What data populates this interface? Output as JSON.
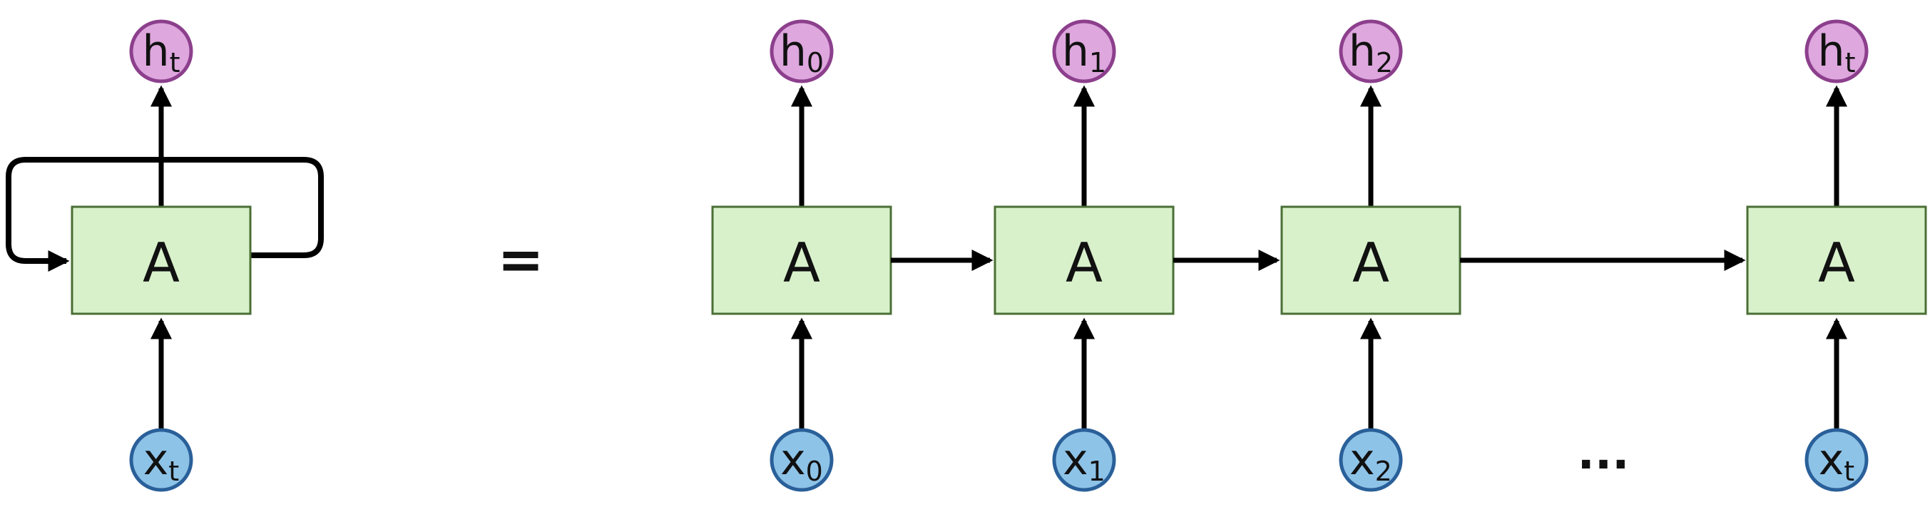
{
  "figure": {
    "equals_sign": "=",
    "ellipsis": "...",
    "colors": {
      "output_node_fill": "#dea7de",
      "output_node_stroke": "#8c3f8c",
      "input_node_fill": "#8ec3e8",
      "input_node_stroke": "#2a6099",
      "cell_fill": "#d8f1cb",
      "cell_stroke": "#4a6f35",
      "arrow": "#000000"
    },
    "rolled": {
      "cell": "A",
      "output": {
        "base": "h",
        "sub": "t"
      },
      "input": {
        "base": "x",
        "sub": "t"
      }
    },
    "unrolled": [
      {
        "cell": "A",
        "output": {
          "base": "h",
          "sub": "0"
        },
        "input": {
          "base": "x",
          "sub": "0"
        }
      },
      {
        "cell": "A",
        "output": {
          "base": "h",
          "sub": "1"
        },
        "input": {
          "base": "x",
          "sub": "1"
        }
      },
      {
        "cell": "A",
        "output": {
          "base": "h",
          "sub": "2"
        },
        "input": {
          "base": "x",
          "sub": "2"
        }
      },
      {
        "cell": "A",
        "output": {
          "base": "h",
          "sub": "t"
        },
        "input": {
          "base": "x",
          "sub": "t"
        }
      }
    ]
  }
}
